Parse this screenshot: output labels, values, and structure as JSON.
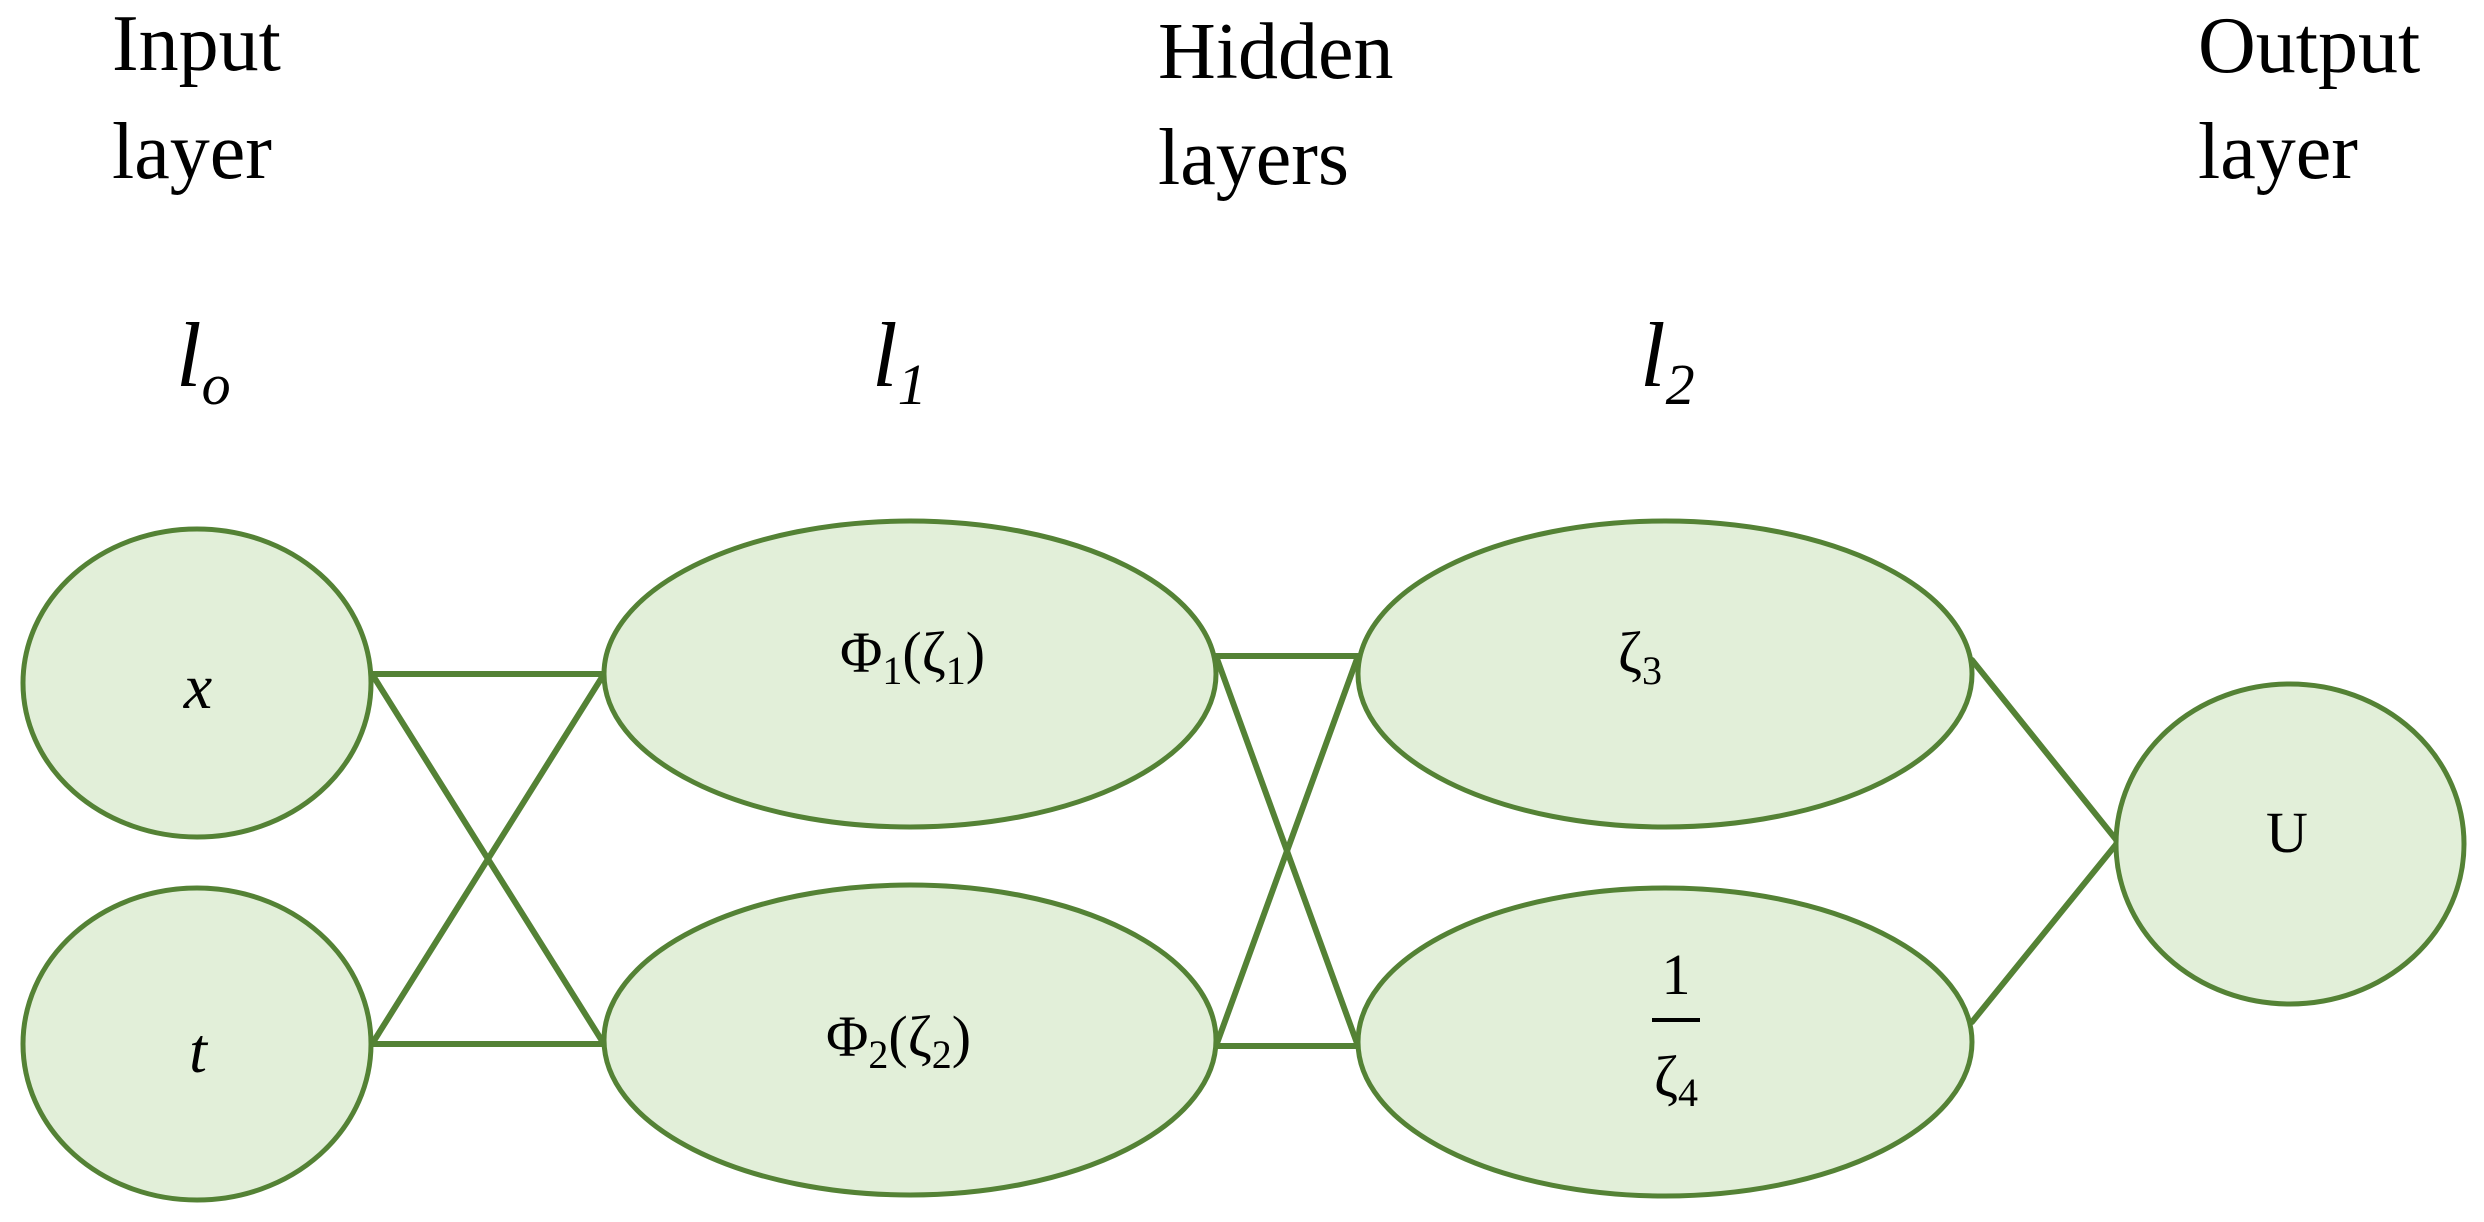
{
  "colors": {
    "node_fill": "#e2efd9",
    "node_stroke": "#548235",
    "edge": "#548235",
    "text": "#000000"
  },
  "headings": {
    "input": {
      "line1": "Input",
      "line2": "layer"
    },
    "hidden": {
      "line1": "Hidden",
      "line2": "layers"
    },
    "output": {
      "line1": "Output",
      "line2": "layer"
    }
  },
  "layer_labels": {
    "l0": {
      "base": "l",
      "sub": "o"
    },
    "l1": {
      "base": "l",
      "sub": "1"
    },
    "l2": {
      "base": "l",
      "sub": "2"
    }
  },
  "nodes": {
    "x": {
      "text": "x"
    },
    "t": {
      "text": "t"
    },
    "phi1": {
      "base": "Φ",
      "base_sub": "1",
      "arg": "ζ",
      "arg_sub": "1"
    },
    "phi2": {
      "base": "Φ",
      "base_sub": "2",
      "arg": "ζ",
      "arg_sub": "2"
    },
    "zeta3": {
      "base": "ζ",
      "sub": "3"
    },
    "inv_zeta4": {
      "numerator": "1",
      "base": "ζ",
      "sub": "4"
    },
    "u": {
      "text": "U"
    }
  },
  "edges": [
    [
      "x",
      "phi1"
    ],
    [
      "x",
      "phi2"
    ],
    [
      "t",
      "phi1"
    ],
    [
      "t",
      "phi2"
    ],
    [
      "phi1",
      "zeta3"
    ],
    [
      "phi1",
      "inv_zeta4"
    ],
    [
      "phi2",
      "zeta3"
    ],
    [
      "phi2",
      "inv_zeta4"
    ],
    [
      "zeta3",
      "u"
    ],
    [
      "inv_zeta4",
      "u"
    ]
  ]
}
